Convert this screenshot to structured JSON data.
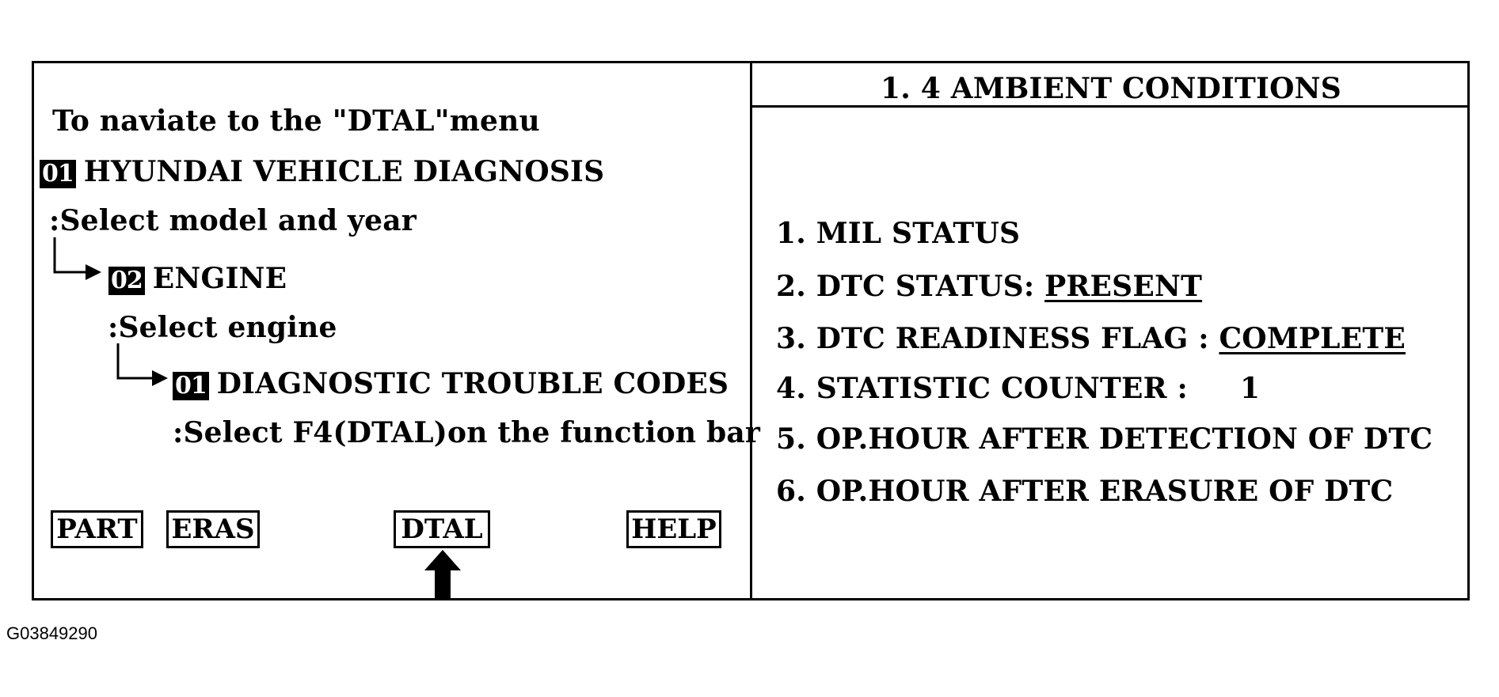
{
  "left_panel": {
    "intro": "To naviate to the \"DTAL\"menu",
    "step1": {
      "badge": "01",
      "label": "HYUNDAI VEHICLE DIAGNOSIS",
      "instruction": ":Select model and year"
    },
    "step2": {
      "badge": "02",
      "label": "ENGINE",
      "instruction": ":Select engine"
    },
    "step3": {
      "badge": "01",
      "label": "DIAGNOSTIC TROUBLE CODES",
      "instruction": ":Select F4(DTAL)on the function bar"
    },
    "function_keys": [
      "PART",
      "ERAS",
      "DTAL",
      "HELP"
    ]
  },
  "right_panel": {
    "title": "1. 4  AMBIENT  CONDITIONS",
    "items": [
      {
        "label": "1. MIL  STATUS",
        "value": ""
      },
      {
        "label": "2. DTC  STATUS: ",
        "value": "PRESENT"
      },
      {
        "label": "3. DTC READINESS FLAG  : ",
        "value": "COMPLETE"
      },
      {
        "label": "4. STATISTIC COUNTER   :",
        "value": "1"
      },
      {
        "label": "5. OP.HOUR  AFTER  DETECTION  OF  DTC",
        "value": ""
      },
      {
        "label": "6. OP.HOUR  AFTER  ERASURE  OF  DTC",
        "value": ""
      }
    ]
  },
  "figure_id": "G03849290"
}
